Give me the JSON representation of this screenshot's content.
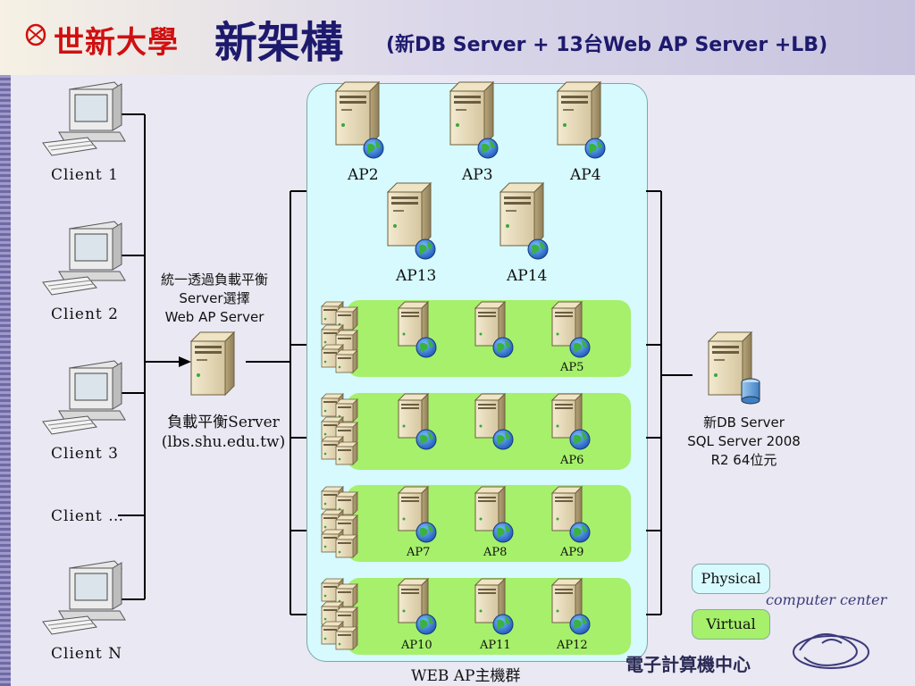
{
  "header": {
    "school": "世新大學",
    "title": "新架構",
    "subtitle": "(新DB Server + 13台Web AP Server +LB)"
  },
  "clients": [
    {
      "label": "Client 1"
    },
    {
      "label": "Client 2"
    },
    {
      "label": "Client 3"
    },
    {
      "label": "Client …"
    },
    {
      "label": "Client N"
    }
  ],
  "load_balancer": {
    "note_line1": "統一透過負載平衡",
    "note_line2": "Server選擇",
    "note_line3": "Web AP Server",
    "label_line1": "負載平衡Server",
    "label_line2": "(lbs.shu.edu.tw)"
  },
  "physical_servers": [
    {
      "label": "AP2"
    },
    {
      "label": "AP3"
    },
    {
      "label": "AP4"
    },
    {
      "label": "AP13"
    },
    {
      "label": "AP14"
    }
  ],
  "virtual_groups": [
    {
      "labels": [
        "",
        "",
        "AP5"
      ]
    },
    {
      "labels": [
        "",
        "",
        "AP6"
      ]
    },
    {
      "labels": [
        "AP7",
        "AP8",
        "AP9"
      ]
    },
    {
      "labels": [
        "AP10",
        "AP11",
        "AP12"
      ]
    }
  ],
  "ap_group_label": "WEB AP主機群",
  "db_server": {
    "line1": "新DB  Server",
    "line2": "SQL Server 2008",
    "line3": "R2  64位元"
  },
  "legend": {
    "physical": "Physical",
    "virtual": "Virtual",
    "physical_color": "#d6fafd",
    "virtual_color": "#a6f06b"
  },
  "footer": {
    "center_name": "電子計算機中心",
    "logo_text": "computer center"
  }
}
